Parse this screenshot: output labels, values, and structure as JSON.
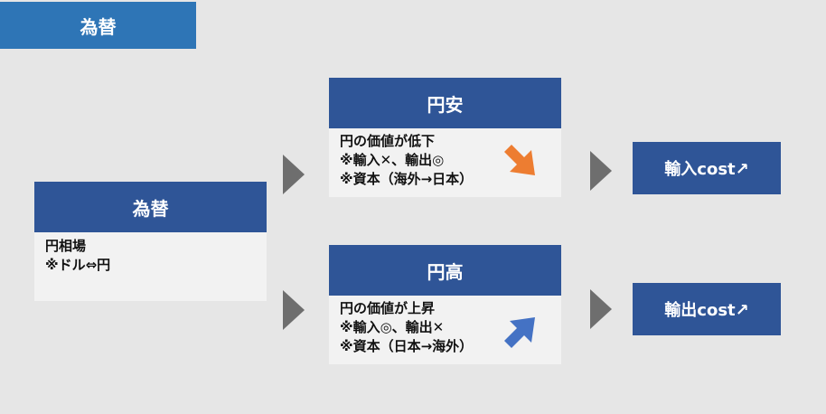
{
  "title": "為替",
  "left_card": {
    "header": "為替",
    "lines": [
      "円相場",
      "※ドル⇔円"
    ]
  },
  "yen_weak": {
    "header": "円安",
    "lines": [
      "円の価値が低下",
      "※輸入✕、輸出◎",
      "※資本（海外→日本）"
    ],
    "arrow_color": "#ed7d31",
    "arrow_direction": "down-right"
  },
  "yen_strong": {
    "header": "円高",
    "lines": [
      "円の価値が上昇",
      "※輸入◎、輸出✕",
      "※資本（日本→海外）"
    ],
    "arrow_color": "#4472c4",
    "arrow_direction": "up-right"
  },
  "results": {
    "import_cost": "輸入cost↗",
    "export_cost": "輸出cost↗"
  }
}
